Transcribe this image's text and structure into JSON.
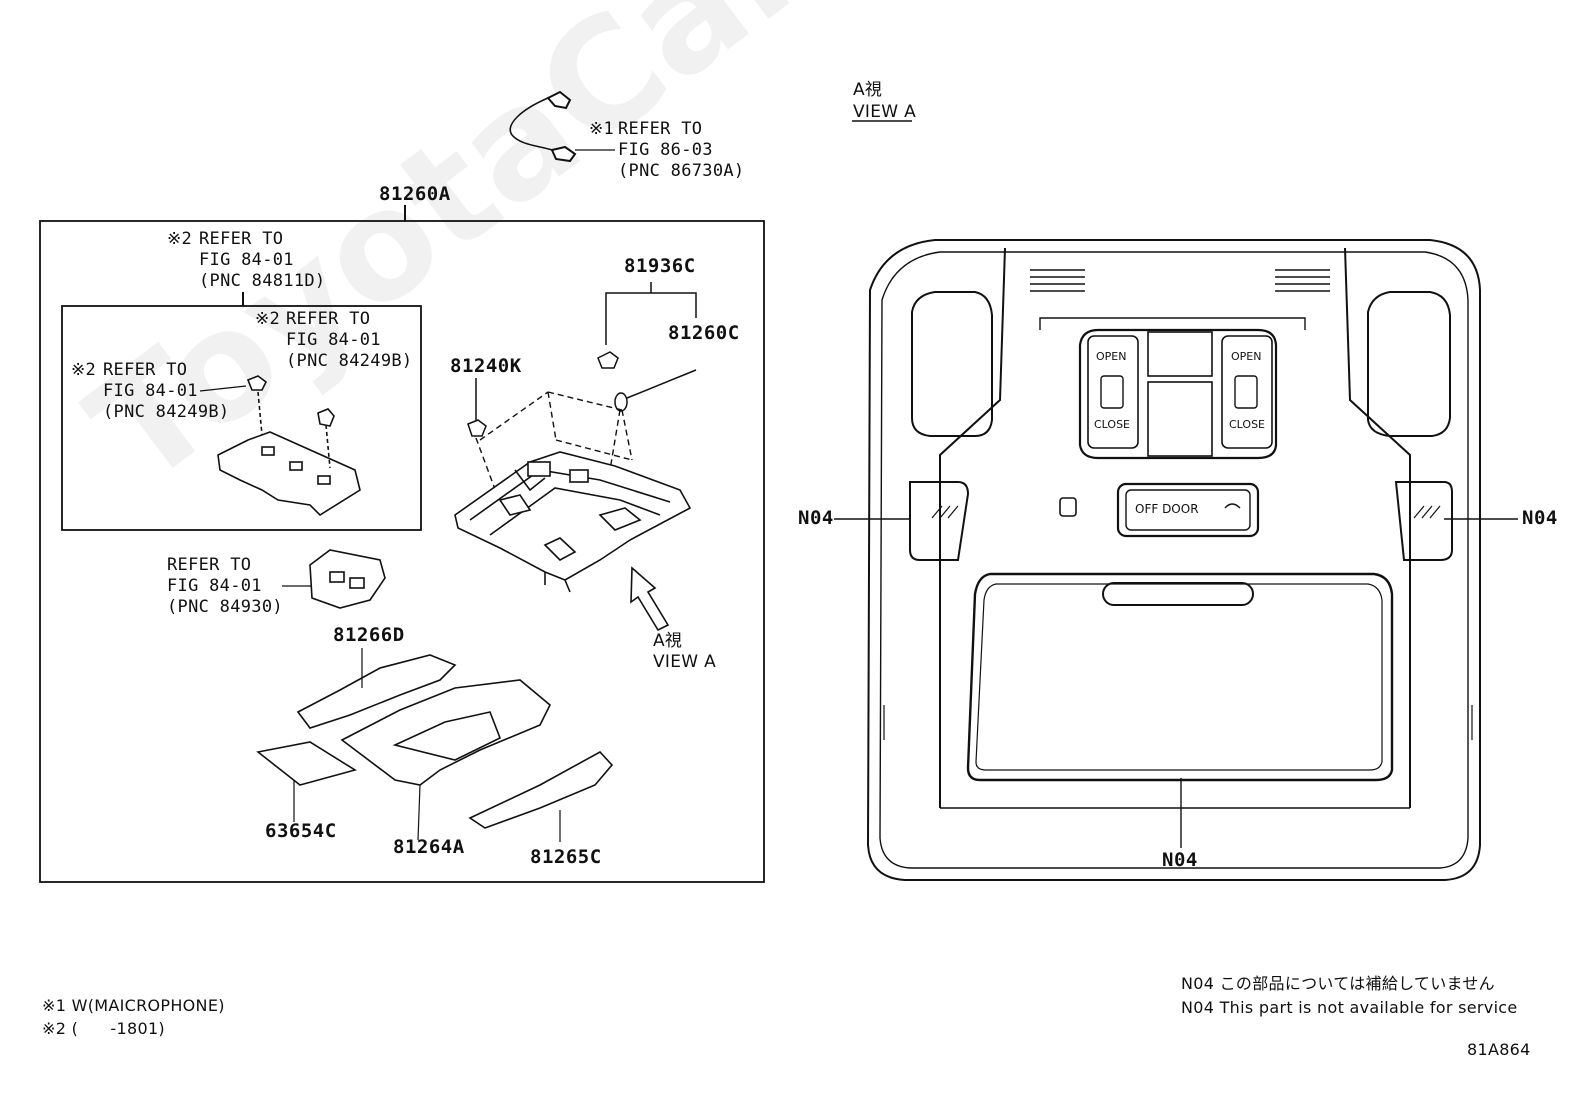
{
  "watermark": "ToyotaCarMine.ru",
  "left": {
    "main_part": "81260A",
    "mic": {
      "mark": "※1",
      "lines": [
        "REFER TO",
        "FIG 86-03",
        "(PNC 86730A)"
      ]
    },
    "ref_a": {
      "mark": "※2",
      "lines": [
        "REFER TO",
        "FIG 84-01",
        "(PNC 84811D)"
      ]
    },
    "ref_b": {
      "mark": "※2",
      "lines": [
        "REFER TO",
        "FIG 84-01",
        "(PNC 84249B)"
      ]
    },
    "ref_c": {
      "mark": "※2",
      "lines": [
        "REFER TO",
        "FIG 84-01",
        "(PNC 84249B)"
      ]
    },
    "ref_d": {
      "lines": [
        "REFER TO",
        "FIG 84-01",
        "(PNC 84930)"
      ]
    },
    "parts": {
      "p81936C": "81936C",
      "p81260C": "81260C",
      "p81240K": "81240K",
      "p81266D": "81266D",
      "p63654C": "63654C",
      "p81264A": "81264A",
      "p81265C": "81265C"
    },
    "view_arrow": {
      "jp": "A視",
      "en": "VIEW A"
    }
  },
  "right": {
    "view_title": {
      "jp": "A視",
      "en": "VIEW A"
    },
    "switch_left": {
      "open": "OPEN",
      "close": "CLOSE"
    },
    "switch_right": {
      "open": "OPEN",
      "close": "CLOSE"
    },
    "door_switch": "OFF DOOR",
    "callout_left": "N04",
    "callout_right": "N04",
    "callout_bottom": "N04"
  },
  "notes": {
    "note1": "※1 W(MAICROPHONE)",
    "note2": "※2 (      -1801)",
    "n04_jp": "N04 この部品については補給していません",
    "n04_en": "N04 This part is not available for service",
    "diagram_id": "81A864"
  }
}
